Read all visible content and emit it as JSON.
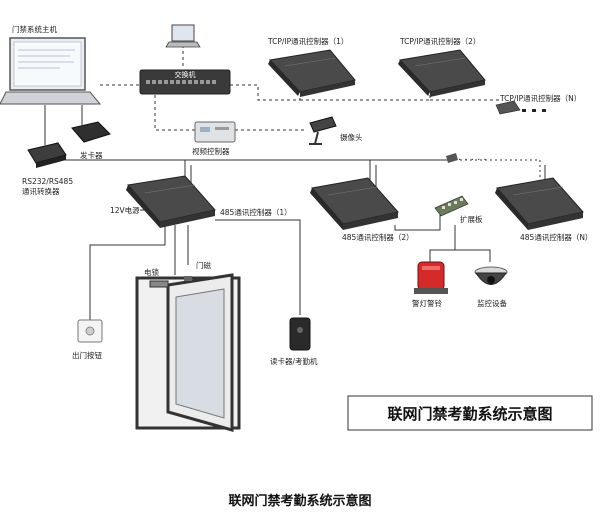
{
  "labels": {
    "host_pc": "门禁系统主机",
    "switch": "交换机",
    "tcp_ctrl_1": "TCP/IP通讯控制器（1）",
    "tcp_ctrl_2": "TCP/IP通讯控制器（2）",
    "tcp_ctrl_n": "TCP/IP通讯控制器（N）",
    "issuer": "发卡器",
    "converter": "RS232/RS485\n通讯转换器",
    "video_ctrl": "视频控制器",
    "camera": "摄像头",
    "power_12v": "12V电源",
    "ctrl_485_1": "485通讯控制器（1）",
    "ctrl_485_2": "485通讯控制器（2）",
    "ctrl_485_n": "485通讯控制器（N）",
    "expansion": "扩展板",
    "alarm": "警灯警铃",
    "monitor": "监控设备",
    "lock": "电锁",
    "door_magnet": "门磁",
    "exit_button": "出门按钮",
    "reader": "读卡器/考勤机",
    "dots": "· · · · ·"
  },
  "caption_box": "联网门禁考勤系统示意图",
  "bottom_caption": "联网门禁考勤系统示意图",
  "colors": {
    "line": "#333333",
    "controller_box": "#2e2e2e",
    "alarm": "#d42a2a"
  }
}
